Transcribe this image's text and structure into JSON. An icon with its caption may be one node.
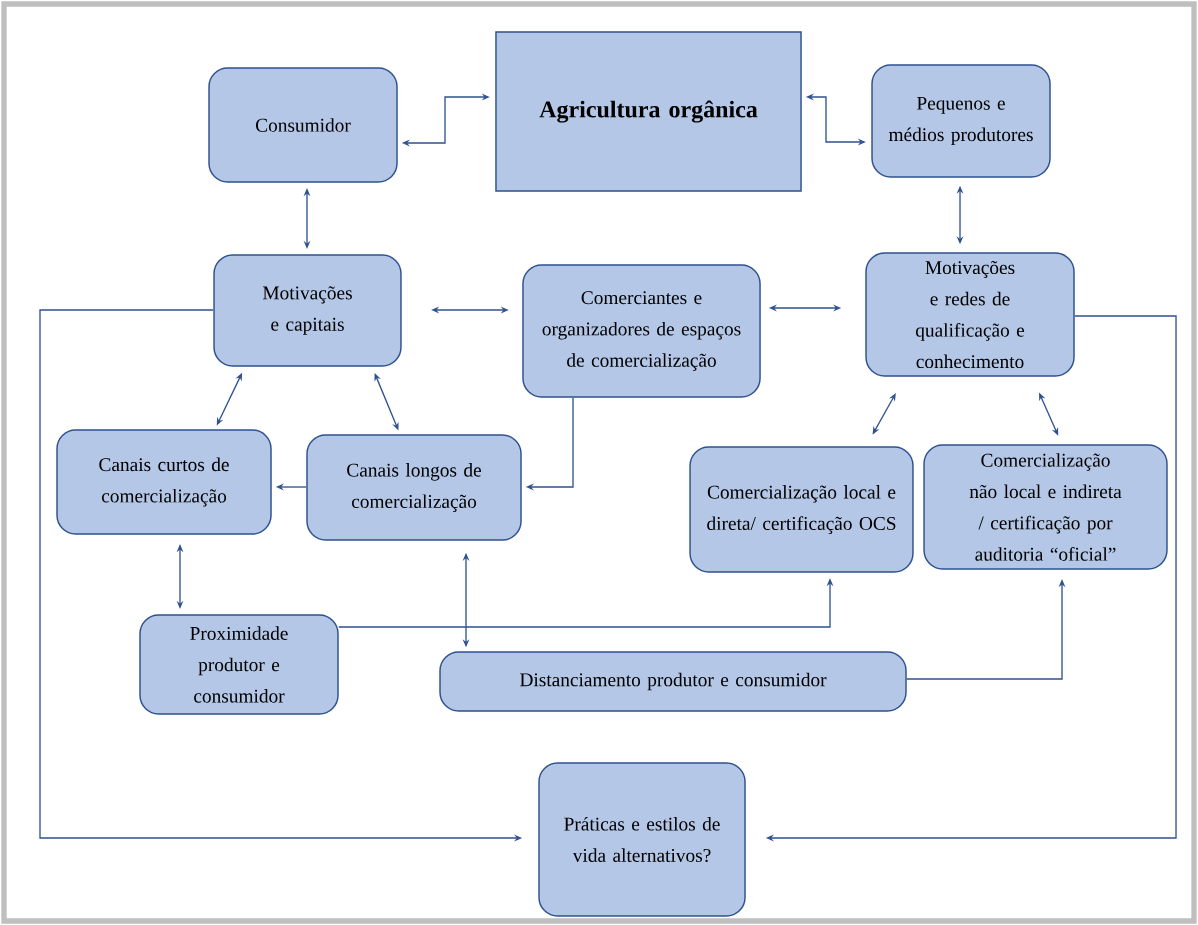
{
  "diagram": {
    "nodes": [
      {
        "text": [
          "Consumidor"
        ]
      },
      {
        "text": [
          "Agricultura orgânica"
        ]
      },
      {
        "text": [
          "Pequenos e médios produtores"
        ]
      },
      {
        "text": [
          "Motivações e capitais"
        ]
      },
      {
        "text": [
          "Comerciantes e organizadores de espaços de comercialização"
        ]
      },
      {
        "text": [
          "Motivações e redes de qualificação e conhecimento"
        ]
      },
      {
        "text": [
          "Canais curtos de comercialização"
        ]
      },
      {
        "text": [
          "Canais longos de comercialização"
        ]
      },
      {
        "text": [
          "Comercialização local e direta/ certificação OCS"
        ]
      },
      {
        "text": [
          "Comercialização não local e indireta / certificação por auditoria “oficial”"
        ]
      },
      {
        "text": [
          "Proximidade produtor e consumidor"
        ]
      },
      {
        "text": [
          "Distanciamento produtor e consumidor"
        ]
      },
      {
        "text": [
          "Práticas e estilos de vida alternativos?"
        ]
      }
    ],
    "edges": [
      {
        "from": 0,
        "to": 1,
        "arrow": "both"
      },
      {
        "from": 1,
        "to": 2,
        "arrow": "both"
      },
      {
        "from": 0,
        "to": 3,
        "arrow": "both"
      },
      {
        "from": 3,
        "to": 4,
        "arrow": "both"
      },
      {
        "from": 4,
        "to": 5,
        "arrow": "both"
      },
      {
        "from": 2,
        "to": 5,
        "arrow": "both"
      },
      {
        "from": 3,
        "to": 6,
        "arrow": "both"
      },
      {
        "from": 3,
        "to": 7,
        "arrow": "both"
      },
      {
        "from": 7,
        "to": 6,
        "arrow": "to"
      },
      {
        "from": 4,
        "to": 7,
        "arrow": "to"
      },
      {
        "from": 5,
        "to": 8,
        "arrow": "both"
      },
      {
        "from": 5,
        "to": 9,
        "arrow": "both"
      },
      {
        "from": 6,
        "to": 10,
        "arrow": "both"
      },
      {
        "from": 7,
        "to": 11,
        "arrow": "both"
      },
      {
        "from": 10,
        "to": 8,
        "arrow": "to"
      },
      {
        "from": 11,
        "to": 9,
        "arrow": "to"
      },
      {
        "from": 3,
        "to": 12,
        "arrow": "to"
      },
      {
        "from": 5,
        "to": 12,
        "arrow": "to"
      }
    ]
  }
}
